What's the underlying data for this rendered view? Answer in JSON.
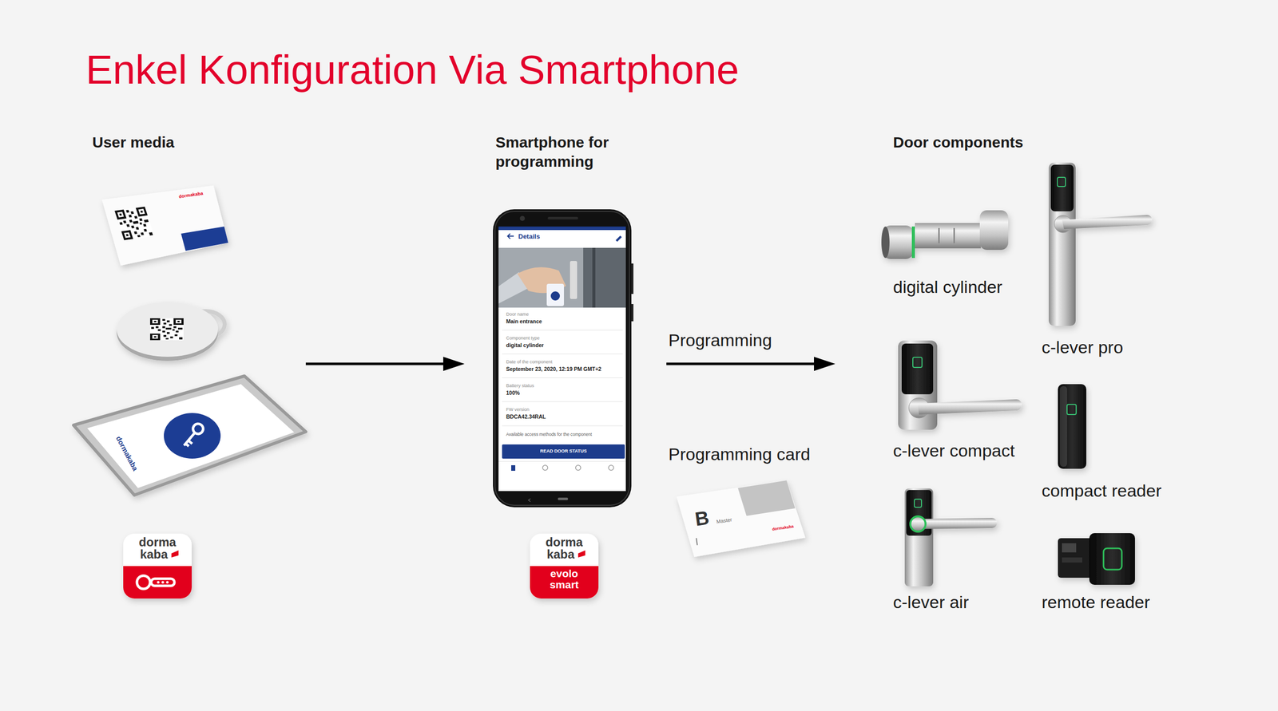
{
  "diagram": {
    "title": "Enkel Konfiguration Via Smartphone",
    "nodes": [
      {
        "text": [
          "User media"
        ]
      },
      {
        "text": [
          "Smartphone for programming"
        ]
      },
      {
        "text": [
          "Door components"
        ]
      },
      {
        "text": [
          "digital cylinder"
        ],
        "in": 2
      },
      {
        "text": [
          "c-lever pro"
        ],
        "in": 2
      },
      {
        "text": [
          "c-lever compact"
        ],
        "in": 2
      },
      {
        "text": [
          "compact reader"
        ],
        "in": 2
      },
      {
        "text": [
          "c-lever air"
        ],
        "in": 2
      },
      {
        "text": [
          "remote reader"
        ],
        "in": 2
      },
      {
        "text": [
          "Programming card"
        ]
      }
    ],
    "edges": [
      {
        "from": 0,
        "to": 1,
        "arrow": "to"
      },
      {
        "from": 1,
        "to": 2,
        "label": "Programming",
        "arrow": "to"
      }
    ],
    "labels": [
      "Details",
      "Door name",
      "Main entrance",
      "Component type",
      "digital cylinder",
      "Date of the component",
      "September 23, 2020, 12:19 PM GMT+2",
      "Battery status",
      "100%",
      "FW version",
      "BDCA42.34RAL",
      "Available access methods for the component",
      "READ DOOR STATUS",
      "dormakaba",
      "dormakaba",
      "dorma",
      "kaba",
      "dorma",
      "kaba",
      "evolo smart",
      "B",
      "Master",
      "dormakaba"
    ]
  }
}
